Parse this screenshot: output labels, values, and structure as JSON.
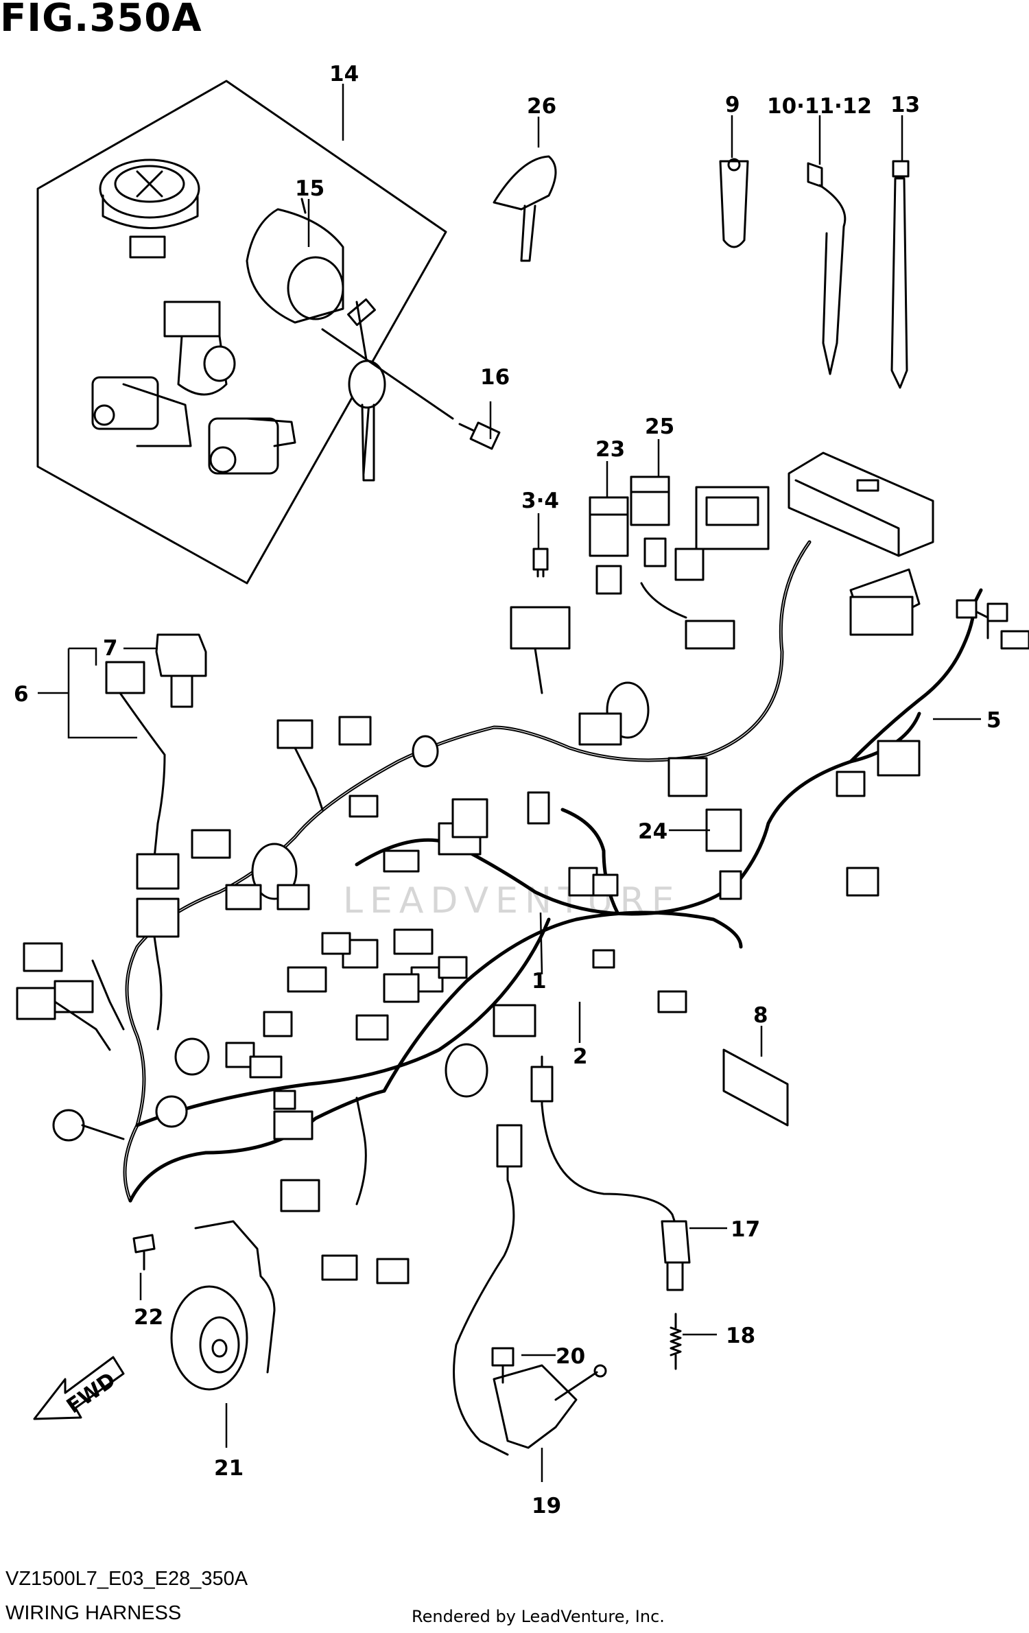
{
  "figure": {
    "title": "FIG.350A",
    "model_code": "VZ1500L7_E03_E28_350A",
    "section_name": "WIRING HARNESS",
    "credit": "Rendered by LeadVenture, Inc.",
    "watermark": "LEADVENTURE",
    "fwd_label": "FWD"
  },
  "callouts": {
    "c1": "1",
    "c2": "2",
    "c3_4": "3·4",
    "c5": "5",
    "c6": "6",
    "c7": "7",
    "c8": "8",
    "c9": "9",
    "c10_12": "10·11·12",
    "c13": "13",
    "c14": "14",
    "c15": "15",
    "c16": "16",
    "c17": "17",
    "c18": "18",
    "c19": "19",
    "c20": "20",
    "c21": "21",
    "c22": "22",
    "c23": "23",
    "c24": "24",
    "c25": "25",
    "c26": "26"
  },
  "colors": {
    "line": "#000000",
    "background": "#ffffff",
    "watermark": "#d6d6d6"
  }
}
